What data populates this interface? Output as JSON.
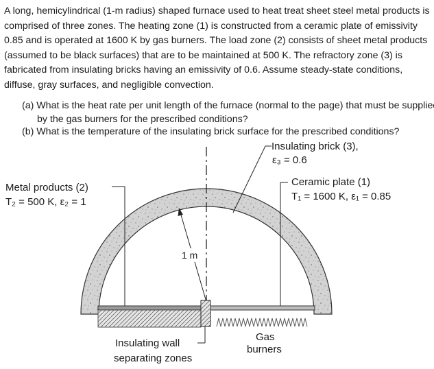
{
  "problem": {
    "intro": "A long, hemicylindrical (1-m radius) shaped furnace used to heat treat sheet steel metal products is comprised of three zones. The heating zone (1) is constructed from a ceramic plate of emissivity 0.85 and is operated at 1600 K by gas burners. The load zone (2) consists of sheet metal products (assumed to be black surfaces) that are to be maintained at 500 K. The refractory zone (3) is fabricated from insulating bricks having an emissivity of 0.6. Assume steady-state conditions, diffuse, gray surfaces, and negligible convection.",
    "question_a": "(a) What is the heat rate per unit length of the furnace (normal to the page) that must be supplied by the gas burners for the prescribed conditions?",
    "question_b": "(b) What is the temperature of the insulating brick surface for the prescribed conditions?"
  },
  "figure": {
    "insulating_brick_label": "Insulating brick (3),",
    "insulating_brick_emissivity": "ε₃ = 0.6",
    "metal_products_label": "Metal products (2)",
    "metal_products_props": "T₂ = 500 K, ε₂ = 1",
    "ceramic_plate_label": "Ceramic plate (1)",
    "ceramic_plate_props": "T₁ = 1600 K, ε₁ = 0.85",
    "radius_label": "1 m",
    "gas_burners_label_1": "Gas",
    "gas_burners_label_2": "burners",
    "insulating_wall_label_1": "Insulating wall",
    "insulating_wall_label_2": "separating zones"
  }
}
